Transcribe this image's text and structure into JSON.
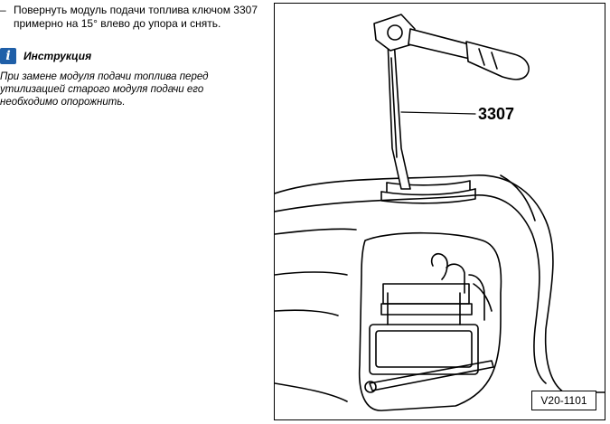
{
  "step": {
    "bullet": "–",
    "text": "Повернуть модуль подачи топлива ключом 3307 примерно на 15° влево до упора и снять."
  },
  "note": {
    "icon": "info-icon",
    "icon_glyph": "i",
    "title": "Инструкция",
    "body": "При замене модуля подачи топлива перед\nутилизацией старого модуля подачи его\nнеобходимо опорожнить."
  },
  "figure": {
    "callout": "3307",
    "code": "V20-1101"
  },
  "colors": {
    "icon_bg": "#1f5fa8",
    "line": "#000000"
  }
}
